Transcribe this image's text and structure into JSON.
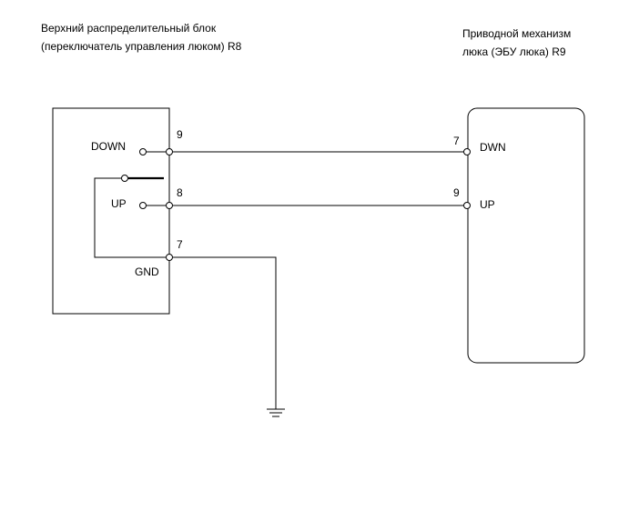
{
  "left_component": {
    "title_line1": "Верхний распределительный блок",
    "title_line2": "(переключатель управления люком) R8",
    "labels": {
      "down": "DOWN",
      "up": "UP",
      "gnd": "GND"
    },
    "pins": {
      "down": "9",
      "up": "8",
      "gnd": "7"
    }
  },
  "right_component": {
    "title_line1": "Приводной механизм",
    "title_line2": "люка (ЭБУ люка) R9",
    "labels": {
      "dwn": "DWN",
      "up": "UP"
    },
    "pins": {
      "dwn": "7",
      "up": "9"
    }
  },
  "colors": {
    "line": "#000000",
    "background": "#ffffff"
  }
}
